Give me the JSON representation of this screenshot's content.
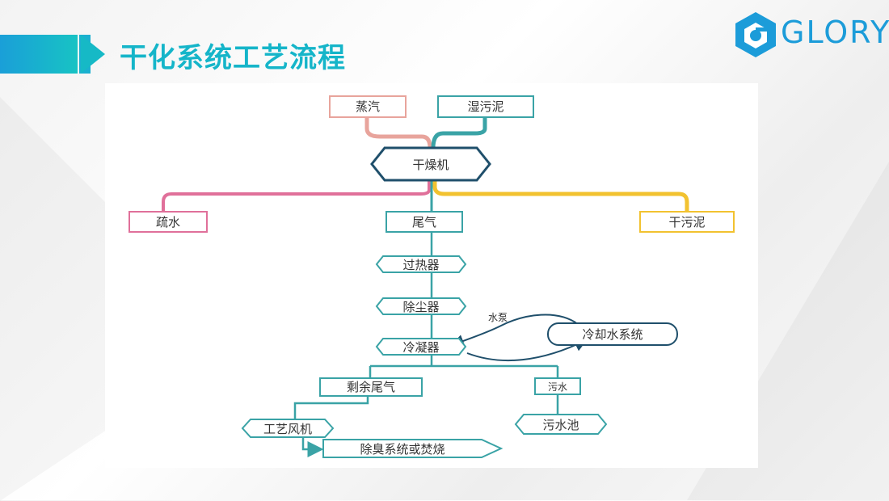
{
  "slide": {
    "title": "干化系统工艺流程",
    "logo_text": "GLORY",
    "colors": {
      "accent": "#15b5c9",
      "teal": "#3aa3a6",
      "pink": "#e0709a",
      "salmon": "#e8a49c",
      "yellow": "#f2c230",
      "navy": "#1f4f6b"
    }
  },
  "diagram": {
    "nodes": {
      "steam": "蒸汽",
      "wet_sludge": "湿污泥",
      "dryer": "干燥机",
      "drain": "疏水",
      "tail_gas": "尾气",
      "dry_sludge": "干污泥",
      "superheater": "过热器",
      "dust_remover": "除尘器",
      "condenser": "冷凝器",
      "cooling_system": "冷却水系统",
      "pump_label": "水泵",
      "residual_gas": "剩余尾气",
      "sewage": "污水",
      "sewage_pool": "污水池",
      "fan": "工艺风机",
      "deodor": "除臭系统或焚烧"
    }
  }
}
